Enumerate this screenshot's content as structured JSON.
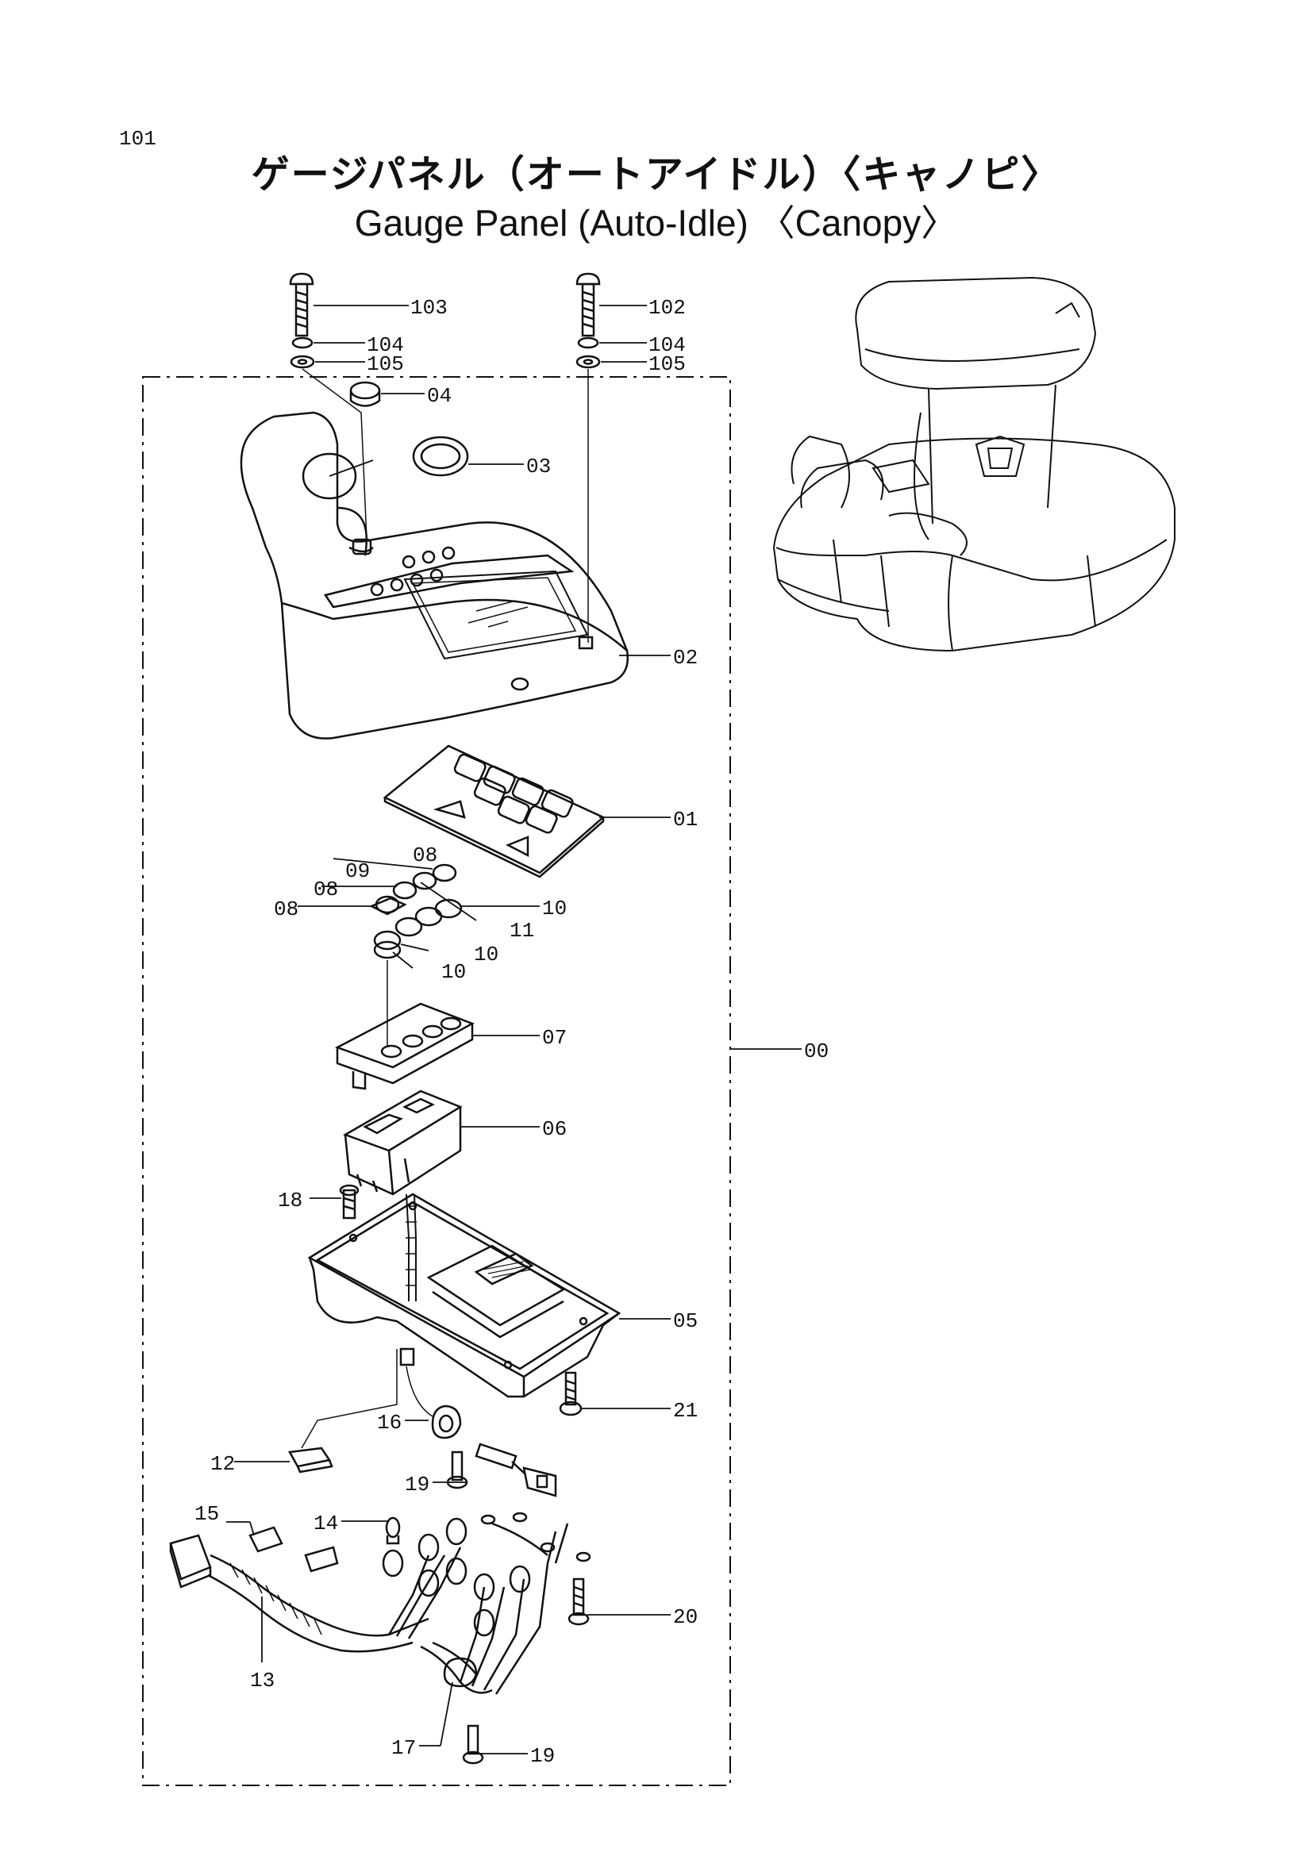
{
  "page_number": "101",
  "title_jp": "ゲージパネル（オートアイドル）〈キャノピ〉",
  "title_en": "Gauge Panel (Auto-Idle) 〈Canopy〉",
  "labels": {
    "p00": "00",
    "p01": "01",
    "p02": "02",
    "p03": "03",
    "p04": "04",
    "p05": "05",
    "p06": "06",
    "p07": "07",
    "p08a": "08",
    "p08b": "08",
    "p08c": "08",
    "p09": "09",
    "p10a": "10",
    "p10b": "10",
    "p10c": "10",
    "p11": "11",
    "p12": "12",
    "p13": "13",
    "p14": "14",
    "p15": "15",
    "p16": "16",
    "p17": "17",
    "p18": "18",
    "p19a": "19",
    "p19b": "19",
    "p20": "20",
    "p21": "21",
    "p102": "102",
    "p103": "103",
    "p104a": "104",
    "p104b": "104",
    "p105a": "105",
    "p105b": "105"
  }
}
